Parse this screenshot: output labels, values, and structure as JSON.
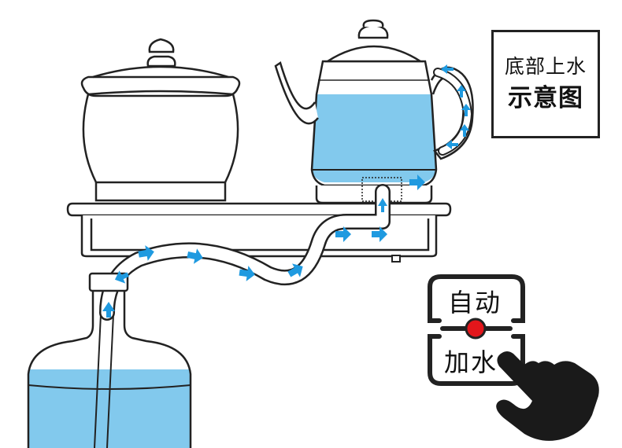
{
  "title": {
    "line1": "底部上水",
    "line2": "示意图"
  },
  "button": {
    "top_label": "自动",
    "bottom_label": "加水"
  },
  "colors": {
    "water": "#82c9ed",
    "arrow": "#1f9ae0",
    "indicator": "#e3161b",
    "outline": "#222222"
  },
  "icons": [
    "pot",
    "kettle",
    "water-bottle",
    "tray",
    "hose",
    "flow-arrow",
    "hand-pointer"
  ]
}
